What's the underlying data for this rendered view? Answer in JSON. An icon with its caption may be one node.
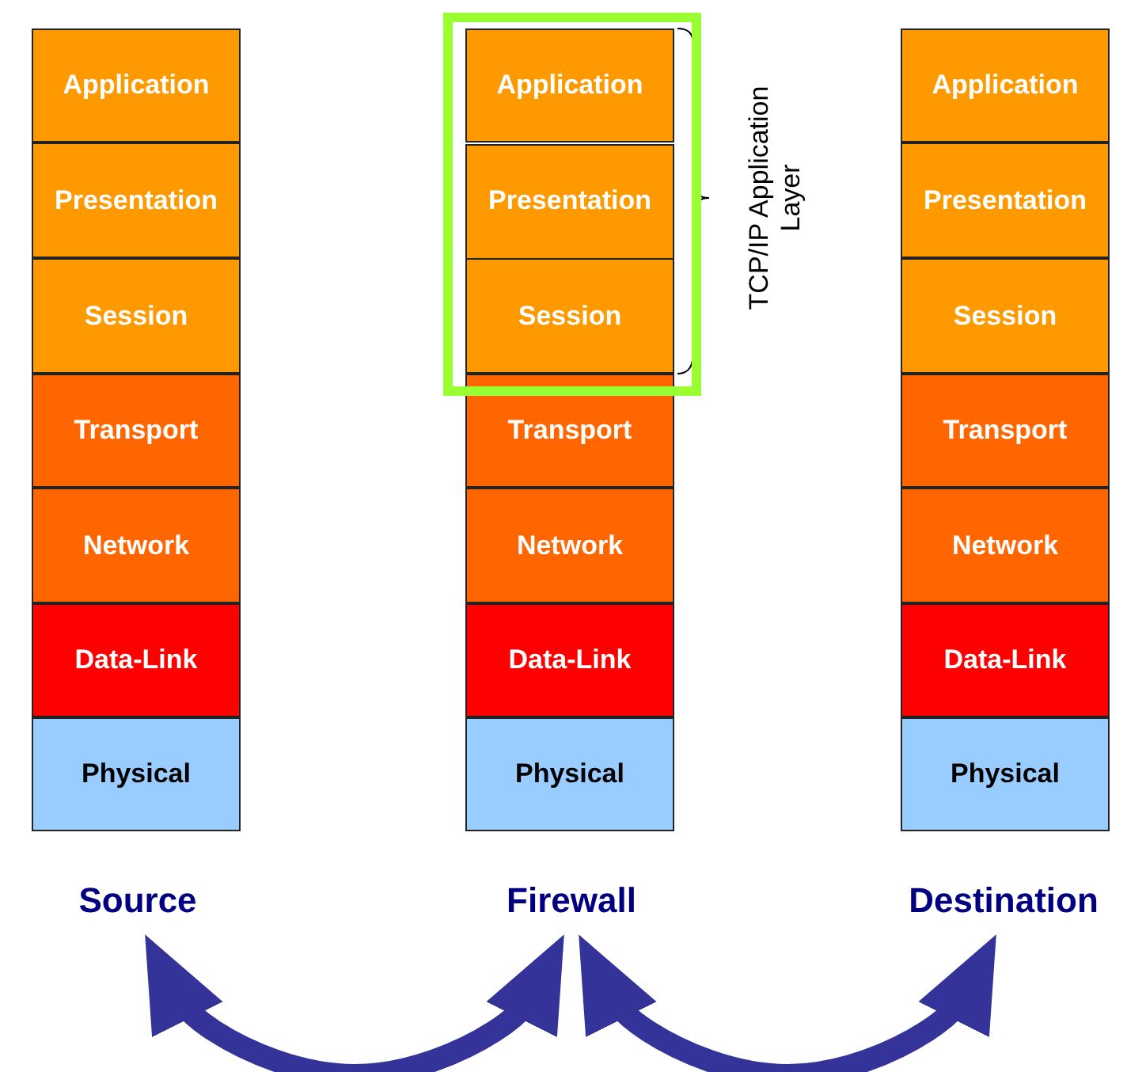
{
  "diagram": {
    "nodes": [
      {
        "text": [
          "Application"
        ]
      },
      {
        "text": [
          "Presentation"
        ]
      },
      {
        "text": [
          "Session"
        ]
      },
      {
        "text": [
          "Transport"
        ]
      },
      {
        "text": [
          "Network"
        ]
      },
      {
        "text": [
          "Data-Link"
        ]
      },
      {
        "text": [
          "Physical"
        ]
      },
      {
        "text": [],
        "shape": "box"
      },
      {
        "text": [
          "Application"
        ],
        "in": 7
      },
      {
        "text": [
          "Presentation"
        ],
        "in": 7
      },
      {
        "text": [
          "Session"
        ],
        "in": 7
      },
      {
        "text": [
          "Transport"
        ]
      },
      {
        "text": [
          "Network"
        ]
      },
      {
        "text": [
          "Data-Link"
        ]
      },
      {
        "text": [
          "Physical"
        ]
      },
      {
        "text": [
          "Application"
        ]
      },
      {
        "text": [
          "Presentation"
        ]
      },
      {
        "text": [
          "Session"
        ]
      },
      {
        "text": [
          "Transport"
        ]
      },
      {
        "text": [
          "Network"
        ]
      },
      {
        "text": [
          "Data-Link"
        ]
      },
      {
        "text": [
          "Physical"
        ]
      },
      {
        "text": [
          "Source"
        ]
      },
      {
        "text": [
          "Firewall"
        ]
      },
      {
        "text": [
          "Destination"
        ]
      }
    ],
    "edges": [
      {
        "from": 22,
        "to": 23,
        "arrow": "both"
      },
      {
        "from": 23,
        "to": 24,
        "arrow": "both"
      }
    ],
    "labels": [
      "TCP/IP Application Layer"
    ]
  }
}
